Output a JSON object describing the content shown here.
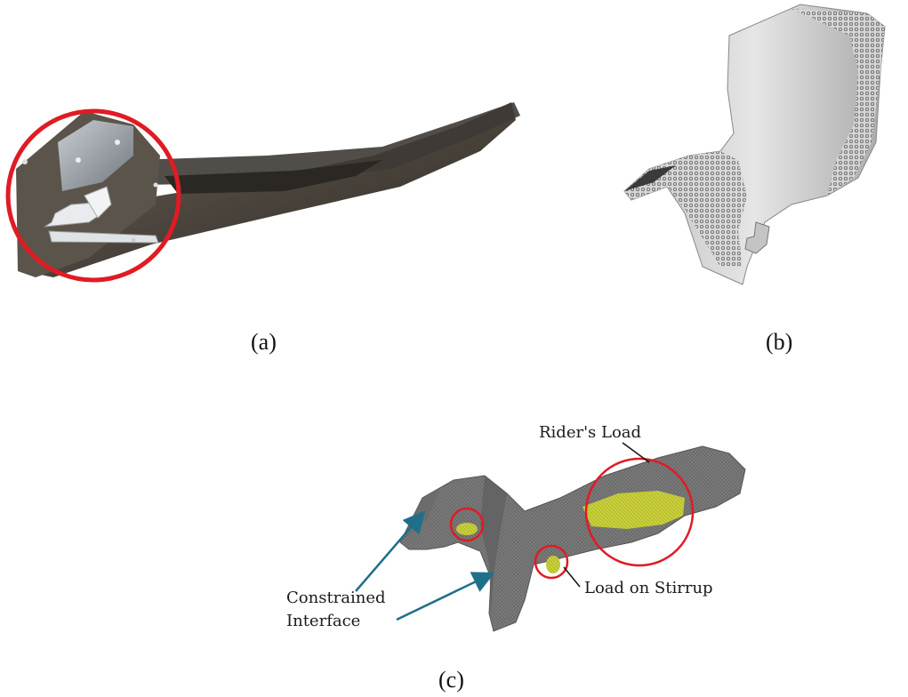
{
  "figure": {
    "panels": [
      {
        "id": "a",
        "caption": "(a)",
        "depicts": "saddle-tree"
      },
      {
        "id": "b",
        "caption": "(b)",
        "depicts": "lattice-optimized-stirrup-bracket"
      },
      {
        "id": "c",
        "caption": "(c)",
        "depicts": "meshed-saddle-with-loads"
      }
    ],
    "annotations": {
      "riders_load": "Rider's Load",
      "load_on_stirrup": "Load on Stirrup",
      "constrained_line1": "Constrained",
      "constrained_line2": "Interface"
    },
    "colors": {
      "highlight_circle": "#e01b24",
      "arrow": "#1f6f8b",
      "mesh_gray": "#707070",
      "load_area": "#c9cf3a"
    }
  }
}
